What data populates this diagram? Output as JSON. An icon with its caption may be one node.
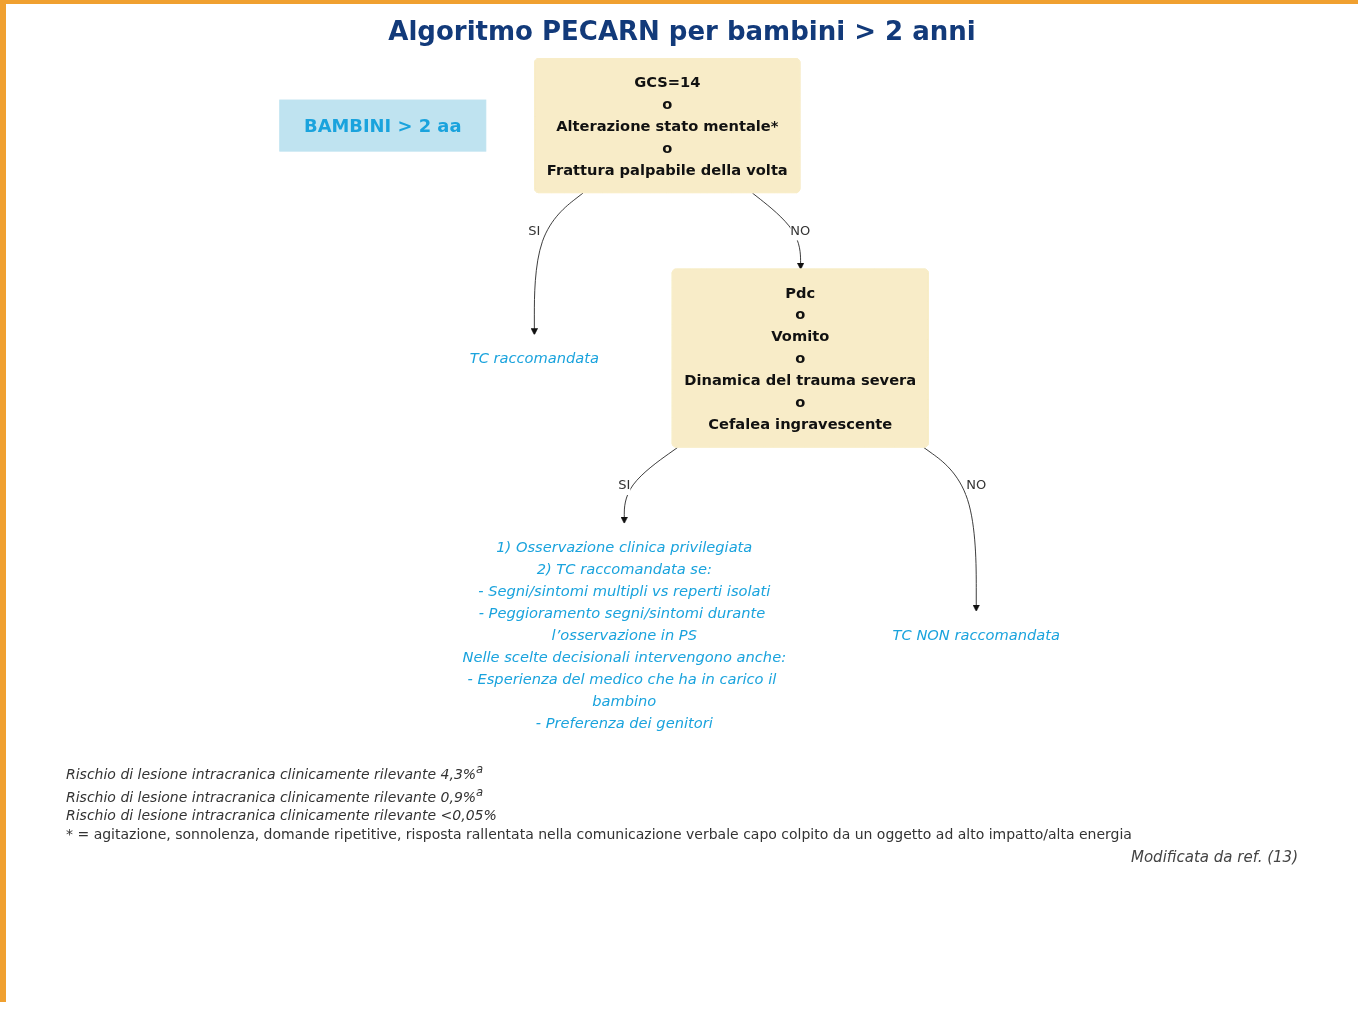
{
  "diagram": {
    "title": "Algoritmo PECARN per bambini > 2 anni",
    "nodes": [
      {
        "text": [
          "BAMBINI > 2 aa"
        ]
      },
      {
        "text": [
          "GCS=14",
          "o",
          "Alterazione stato mentale*",
          "o",
          "Frattura palpabile della volta"
        ]
      },
      {
        "text": [
          "TC raccomandata"
        ]
      },
      {
        "text": [
          "Pdc",
          "o",
          "Vomito",
          "o",
          "Dinamica del trauma severa",
          "o",
          "Cefalea ingravescente"
        ]
      },
      {
        "text": [
          "1) Osservazione clinica privilegiata",
          "2) TC raccomandata se:",
          "- Segni/sintomi multipli vs reperti isolati",
          "- Peggioramento segni/sintomi durante l’osservazione in PS",
          "Nelle scelte decisionali intervengono anche:",
          "- Esperienza del medico che ha in carico il bambino",
          "- Preferenza dei genitori"
        ]
      },
      {
        "text": [
          "TC NON raccomandata"
        ]
      }
    ],
    "edges": [
      {
        "from": 1,
        "to": 2,
        "arrow": "to",
        "label": "SI"
      },
      {
        "from": 1,
        "to": 3,
        "arrow": "to",
        "label": "NO"
      },
      {
        "from": 3,
        "to": 4,
        "arrow": "to",
        "label": "SI"
      },
      {
        "from": 3,
        "to": 5,
        "arrow": "to",
        "label": "NO"
      }
    ],
    "labels": [
      "Rischio di lesione intracranica clinicamente rilevante 4,3%$^{a}$",
      "Rischio di lesione intracranica clinicamente rilevante 0,9%$^{a}$",
      "Rischio di lesione intracranica clinicamente rilevante <0,05%",
      "* = agitazione, sonnolenza, domande ripetitive, risposta rallentata nella comunicazione verbale capo colpito da un oggetto ad alto impatto/alta energia"
    ],
    "caption": "Modificata da ref. (13)"
  }
}
